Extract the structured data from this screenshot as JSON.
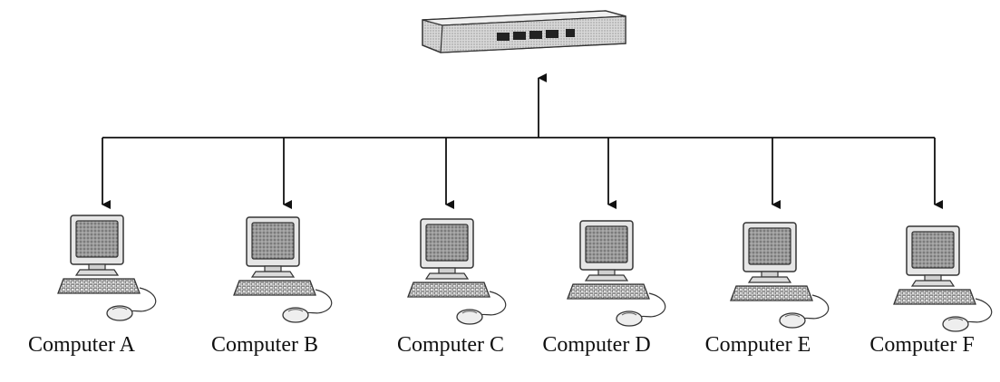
{
  "hub": {
    "icon": "network-switch-icon"
  },
  "computers": [
    {
      "label": "Computer A",
      "icon": "desktop-computer-icon"
    },
    {
      "label": "Computer B",
      "icon": "desktop-computer-icon"
    },
    {
      "label": "Computer C",
      "icon": "desktop-computer-icon"
    },
    {
      "label": "Computer D",
      "icon": "desktop-computer-icon"
    },
    {
      "label": "Computer E",
      "icon": "desktop-computer-icon"
    },
    {
      "label": "Computer F",
      "icon": "desktop-computer-icon"
    }
  ],
  "colors": {
    "line": "#111111",
    "device_body": "#e2e2e2",
    "device_outline": "#333333",
    "screen": "#8c8c8c"
  }
}
